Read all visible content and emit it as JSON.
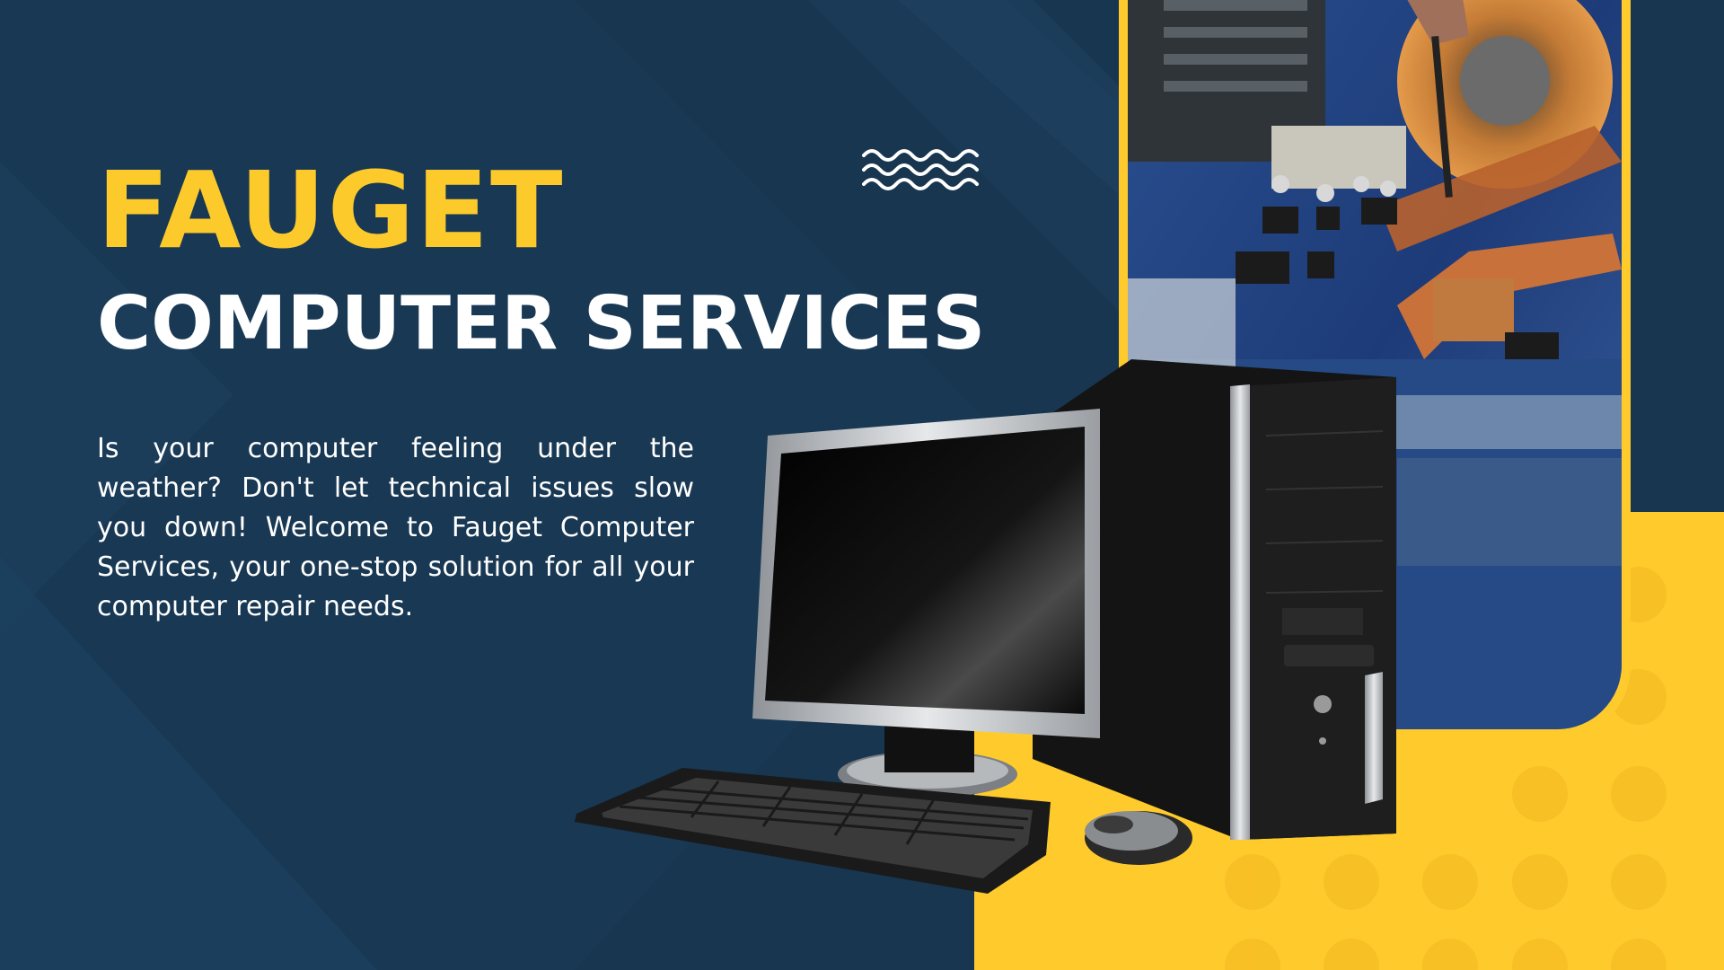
{
  "brand": {
    "name": "FAUGET"
  },
  "headline": {
    "subtitle": "COMPUTER SERVICES"
  },
  "description": "Is your computer feeling under the weather? Don't let technical issues slow you down! Welcome to Fauget Computer Services, your one-stop solution for all your computer repair needs.",
  "colors": {
    "background": "#183650",
    "accent_yellow": "#ffca2c",
    "text_white": "#ffffff",
    "brand_yellow": "#fdca2c"
  },
  "icons": [
    "wave-lines-icon"
  ]
}
